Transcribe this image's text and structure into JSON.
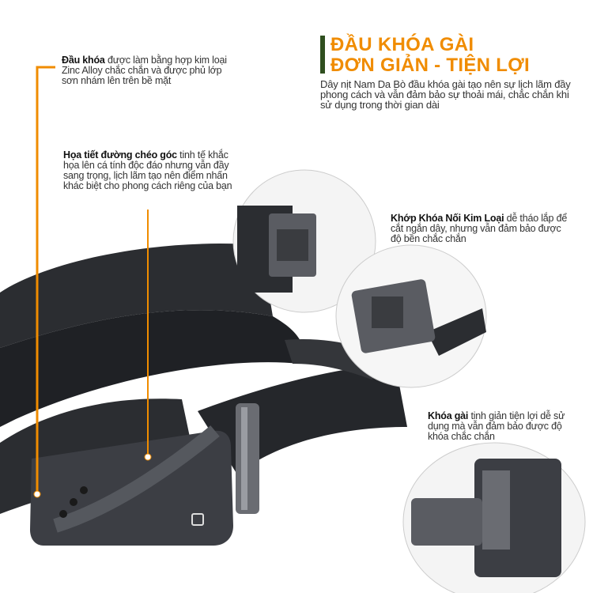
{
  "header": {
    "title_line1": "ĐẦU KHÓA GÀI",
    "title_line2": "ĐƠN GIẢN - TIỆN LỢI",
    "description": "Dây nịt Nam Da Bò đầu khóa gài tạo nên sự lịch lãm đầy phong cách và  vẫn đảm bảo sự thoải mái, chắc chắn khi sử dụng trong thời gian dài"
  },
  "callouts": [
    {
      "bold": "Đầu khóa",
      "text": " được làm bằng hợp kim loại Zinc Alloy chắc chắn và được phủ lớp sơn nhám lên trên bề mặt"
    },
    {
      "bold": "Họa tiết đường chéo góc",
      "text": "  tinh tế khắc họa lên cá tính độc đáo nhưng vẫn đầy sang trọng, lịch lãm tạo nên điểm nhấn khác biệt cho phong cách riêng của bạn"
    },
    {
      "bold": "Khớp Khóa Nối Kim Loại",
      "text": " dễ tháo lắp để cắt ngắn dây, nhưng vẫn đảm bảo được độ bền chắc chắn"
    },
    {
      "bold": "Khóa gài",
      "text": " tinh giản tiện lợi dễ sử dụng mà vẫn đảm bảo được độ khóa chắc chắn"
    }
  ],
  "colors": {
    "accent": "#f08c00",
    "title_bar": "#2f4f1f",
    "leather": "#2a2c30",
    "metal": "#5a5c62"
  }
}
